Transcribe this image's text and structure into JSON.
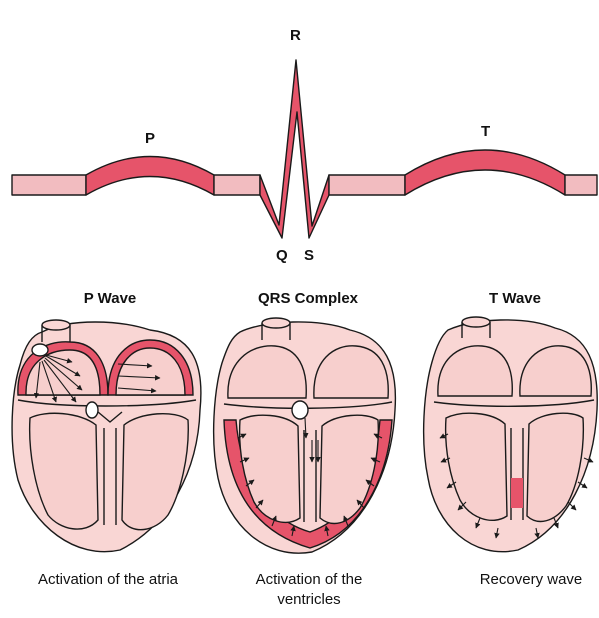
{
  "ecg": {
    "labels": {
      "p": "P",
      "r": "R",
      "q": "Q",
      "s": "S",
      "t": "T"
    }
  },
  "panels": [
    {
      "title": "P Wave",
      "caption_lines": [
        "Activation of the atria"
      ]
    },
    {
      "title": "QRS Complex",
      "caption_lines": [
        "Activation of the",
        "ventricles"
      ]
    },
    {
      "title": "T Wave",
      "caption_lines": [
        "Recovery wave"
      ]
    }
  ],
  "colors": {
    "light_band": "#f2bcc0",
    "dark_band": "#e6546a",
    "heart_fill": "#f9d6d4",
    "chamber_fill": "#f7cfcd",
    "outline": "#1a1a1a"
  }
}
